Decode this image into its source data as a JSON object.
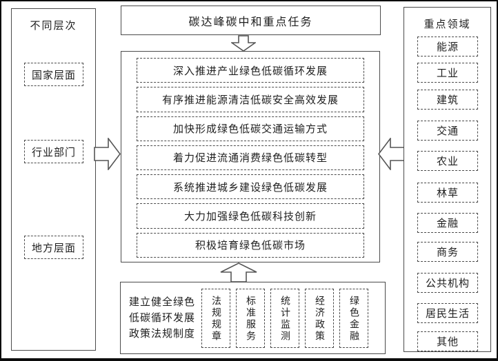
{
  "diagram": {
    "colors": {
      "line": "#4a4a4a",
      "dashed_line": "#4a4a4a",
      "background": "#ffffff",
      "text": "#1e1e1e",
      "outer_border": "#0c0c0c"
    },
    "left_panel": {
      "title": "不同层次",
      "items": [
        "国家层面",
        "行业部门",
        "地方层面"
      ]
    },
    "top_box": {
      "label": "碳达峰碳中和重点任务"
    },
    "center_tasks": [
      "深入推进产业绿色低碳循环发展",
      "有序推进能源清洁低碳安全高效发展",
      "加快形成绿色低碳交通运输方式",
      "着力促进流通消费绿色低碳转型",
      "系统推进城乡建设绿色低碳发展",
      "大力加强绿色低碳科技创新",
      "积极培育绿色低碳市场"
    ],
    "bottom_box": {
      "label": "建立健全绿色\n低碳循环发展\n政策法规制度",
      "items": [
        "法规规章",
        "标准服务",
        "统计监测",
        "经济政策",
        "绿色金融"
      ]
    },
    "right_panel": {
      "title": "重点领域",
      "items": [
        "能源",
        "工业",
        "建筑",
        "交通",
        "农业",
        "林草",
        "金融",
        "商务",
        "公共机构",
        "居民生活",
        "其他"
      ]
    }
  }
}
